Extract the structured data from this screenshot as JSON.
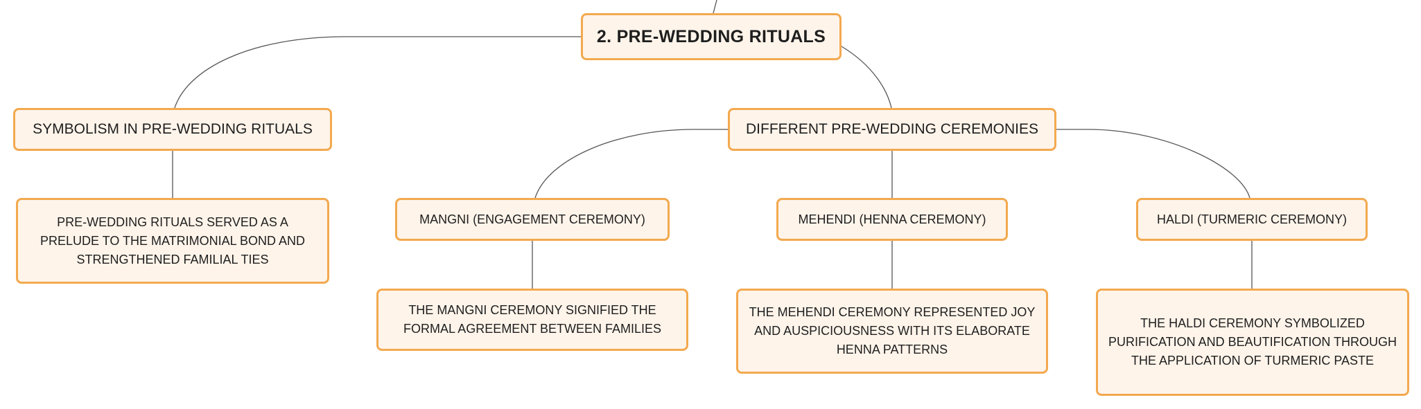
{
  "theme": {
    "node_fill": "#fef4ea",
    "node_border": "#f3a94f",
    "connector": "#555555",
    "text": "#1e1e1e"
  },
  "root": {
    "label": "2. PRE-WEDDING RITUALS"
  },
  "symbolism": {
    "label": "SYMBOLISM IN PRE-WEDDING RITUALS",
    "detail": "PRE-WEDDING RITUALS SERVED AS A PRELUDE TO THE MATRIMONIAL BOND AND STRENGTHENED FAMILIAL TIES"
  },
  "ceremonies": {
    "label": "DIFFERENT PRE-WEDDING CEREMONIES",
    "items": [
      {
        "label": "MANGNI (ENGAGEMENT CEREMONY)",
        "detail": "THE MANGNI CEREMONY SIGNIFIED THE FORMAL AGREEMENT BETWEEN FAMILIES"
      },
      {
        "label": "MEHENDI (HENNA CEREMONY)",
        "detail": "THE MEHENDI CEREMONY REPRESENTED JOY AND AUSPICIOUSNESS WITH ITS ELABORATE HENNA PATTERNS"
      },
      {
        "label": "HALDI (TURMERIC CEREMONY)",
        "detail": "THE HALDI CEREMONY SYMBOLIZED PURIFICATION AND BEAUTIFICATION THROUGH THE APPLICATION OF TURMERIC PASTE"
      }
    ]
  }
}
